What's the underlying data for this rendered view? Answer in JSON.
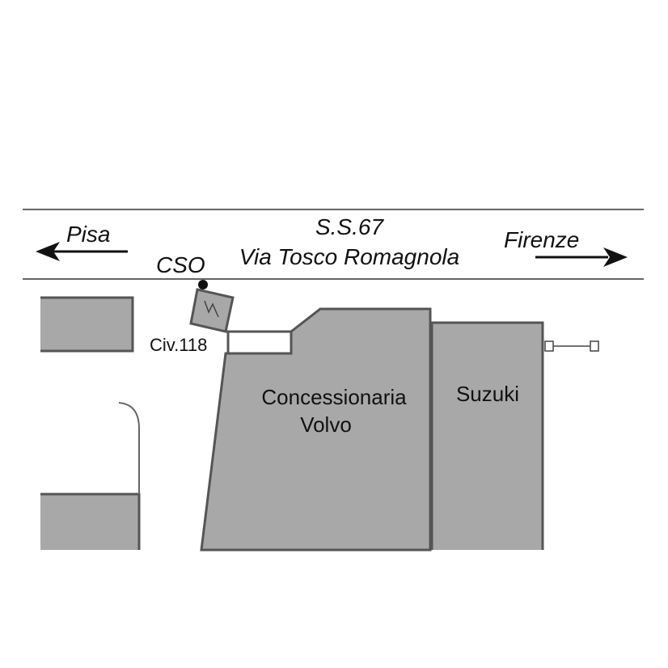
{
  "road": {
    "code": "S.S.67",
    "name": "Via Tosco Romagnola"
  },
  "directions": {
    "west": "Pisa",
    "east": "Firenze"
  },
  "station": {
    "label": "CSO"
  },
  "address": {
    "label": "Civ.118"
  },
  "buildings": {
    "volvo_line1": "Concessionaria",
    "volvo_line2": "Volvo",
    "suzuki": "Suzuki"
  },
  "colors": {
    "building_fill": "#a8a8a8",
    "building_outline": "#555555",
    "road_line": "#666666",
    "text": "#111111"
  }
}
